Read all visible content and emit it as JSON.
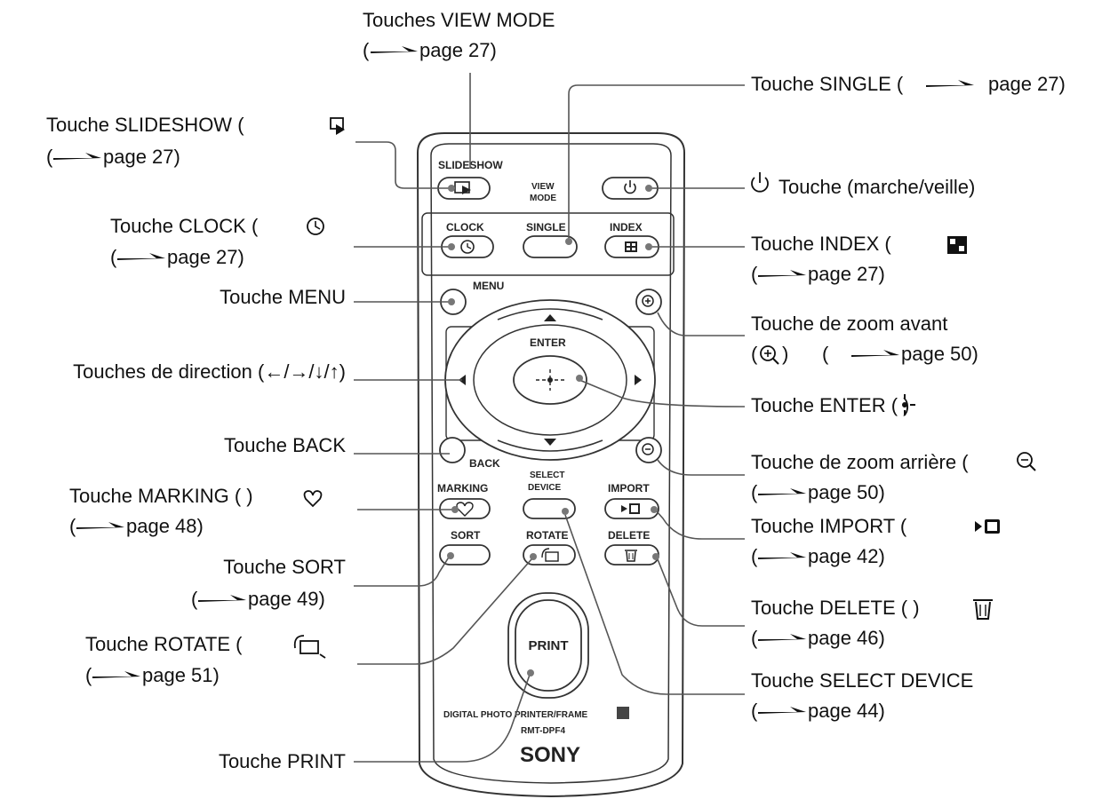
{
  "labels": {
    "view_mode": "Touches VIEW MODE",
    "view_mode_page": "page 27)",
    "slideshow": "Touche SLIDESHOW (",
    "slideshow_page": "page 27)",
    "clock": "Touche CLOCK (",
    "clock_page": "page 27)",
    "menu": "Touche MENU",
    "direction": "Touches de direction (←/→/↓/↑)",
    "back": "Touche BACK",
    "marking": "Touche MARKING ( )",
    "marking_page": "page 48)",
    "sort": "Touche SORT",
    "sort_page": "page 49)",
    "rotate": "Touche ROTATE (",
    "rotate_page": "page 51)",
    "print": "Touche PRINT",
    "single": "Touche SINGLE (",
    "single_page": "page 27)",
    "power": "Touche (marche/veille)",
    "index": "Touche INDEX (",
    "index_page": "page 27)",
    "zoom_in": "Touche de zoom avant",
    "zoom_in_page": "page 50)",
    "enter": "Touche ENTER ( )",
    "zoom_out": "Touche de zoom arrière (",
    "zoom_out_page": "page 50)",
    "import": "Touche IMPORT (",
    "import_page": "page 42)",
    "delete": "Touche DELETE ( )",
    "delete_page": "page 46)",
    "select_device": "Touche SELECT DEVICE",
    "select_device_page": "page 44)"
  },
  "remote": {
    "slideshow": "SLIDESHOW",
    "view_mode_1": "VIEW",
    "view_mode_2": "MODE",
    "clock": "CLOCK",
    "single": "SINGLE",
    "index": "INDEX",
    "menu": "MENU",
    "enter": "ENTER",
    "back": "BACK",
    "marking": "MARKING",
    "select_1": "SELECT",
    "select_2": "DEVICE",
    "import": "IMPORT",
    "sort": "SORT",
    "rotate": "ROTATE",
    "delete": "DELETE",
    "print": "PRINT",
    "product_line": "DIGITAL PHOTO PRINTER/FRAME",
    "model": "RMT-DPF4",
    "brand": "SONY"
  }
}
